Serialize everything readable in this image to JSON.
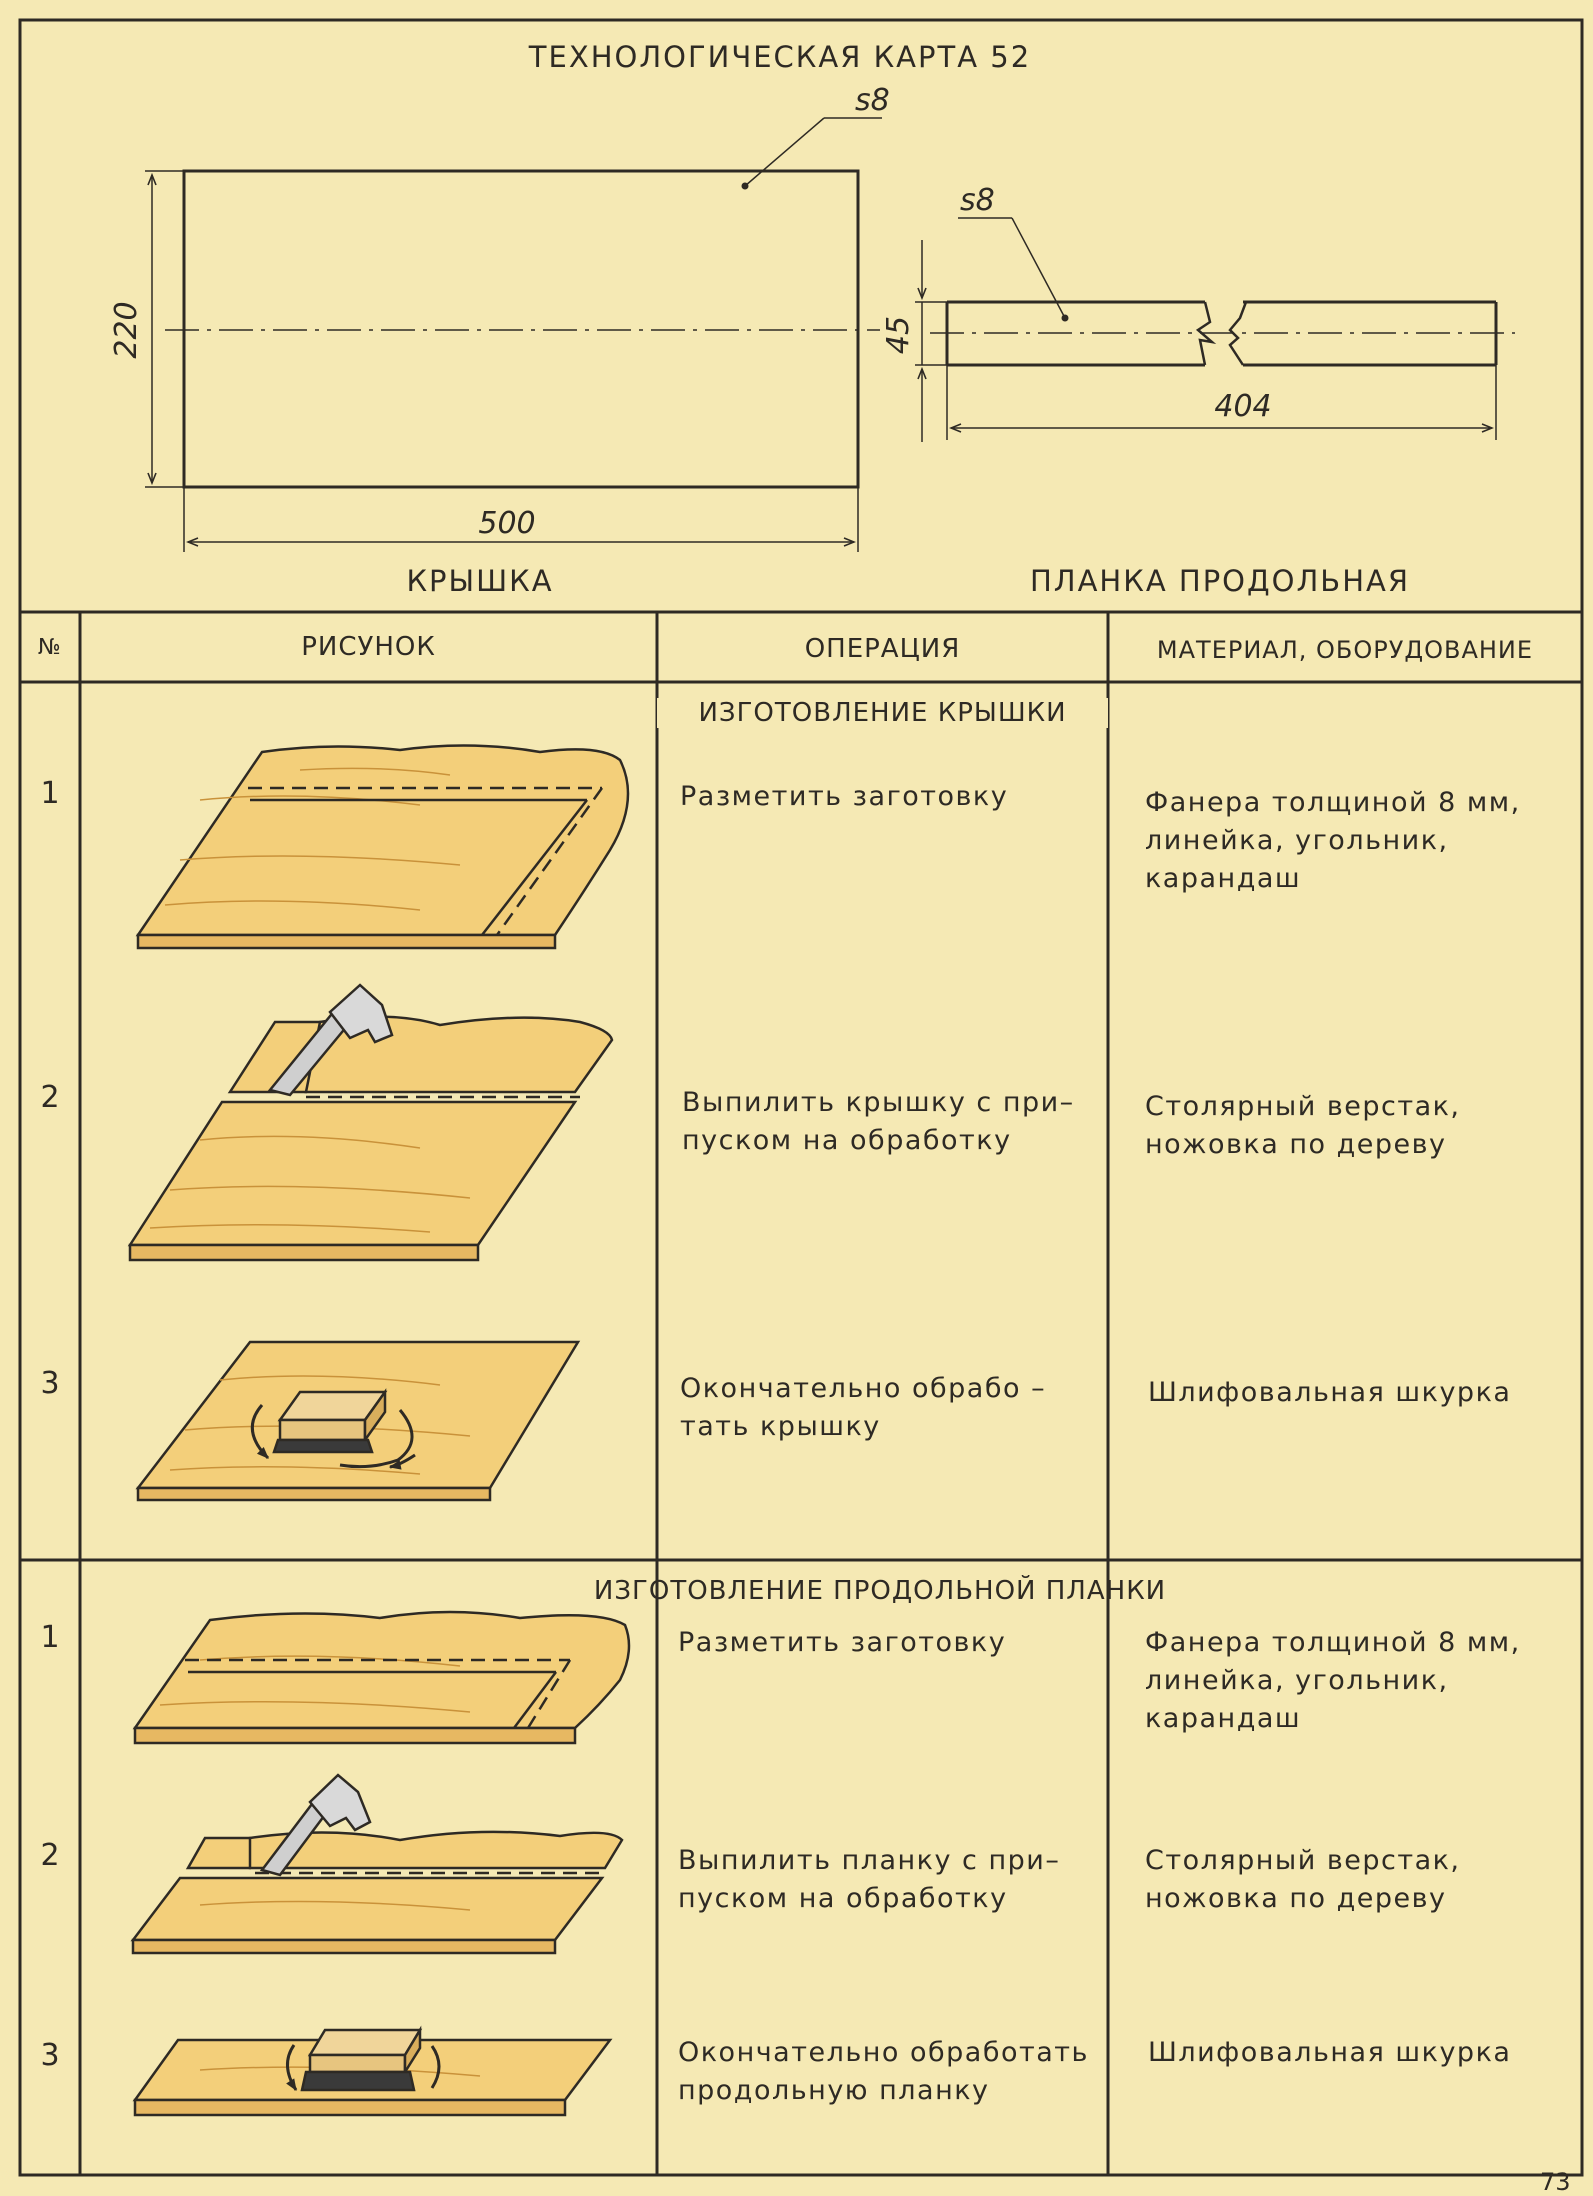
{
  "title": "ТЕХНОЛОГИЧЕСКАЯ КАРТА 52",
  "drawings": {
    "lid": {
      "name": "КРЫШКА",
      "thickness": "s8",
      "width": "220",
      "length": "500"
    },
    "strip": {
      "name": "ПЛАНКА ПРОДОЛЬНАЯ",
      "thickness": "s8",
      "width": "45",
      "length": "404"
    }
  },
  "table": {
    "headers": {
      "number": "№",
      "picture": "РИСУНОК",
      "operation": "ОПЕРАЦИЯ",
      "material": "МАТЕРИАЛ, ОБОРУДОВАНИЕ"
    },
    "sections": [
      {
        "title": "ИЗГОТОВЛЕНИЕ КРЫШКИ",
        "rows": [
          {
            "number": "1",
            "operation": "Разметить заготовку",
            "material": "Фанера толщиной 8 мм,\nлинейка, угольник,\nкарандаш"
          },
          {
            "number": "2",
            "operation": "Выпилить крышку с при–\nпуском на обработку",
            "material": "Столярный верстак,\nножовка по дереву"
          },
          {
            "number": "3",
            "operation": "Окончательно обрабо –\nтать крышку",
            "material": "Шлифовальная шкурка"
          }
        ]
      },
      {
        "title": "ИЗГОТОВЛЕНИЕ ПРОДОЛЬНОЙ ПЛАНКИ",
        "rows": [
          {
            "number": "1",
            "operation": "Разметить заготовку",
            "material": "Фанера толщиной 8 мм,\nлинейка, угольник,\nкарандаш"
          },
          {
            "number": "2",
            "operation": "Выпилить планку с при–\nпуском на обработку",
            "material": "Столярный верстак,\nножовка по дереву"
          },
          {
            "number": "3",
            "operation": "Окончательно обработать\nпродольную планку",
            "material": "Шлифовальная шкурка"
          }
        ]
      }
    ]
  },
  "page_number": "73",
  "colors": {
    "paper": "#f5e9b4",
    "ink": "#2e2a24",
    "wood": "#f3cf7a",
    "wood_dark": "#d9a64a"
  }
}
